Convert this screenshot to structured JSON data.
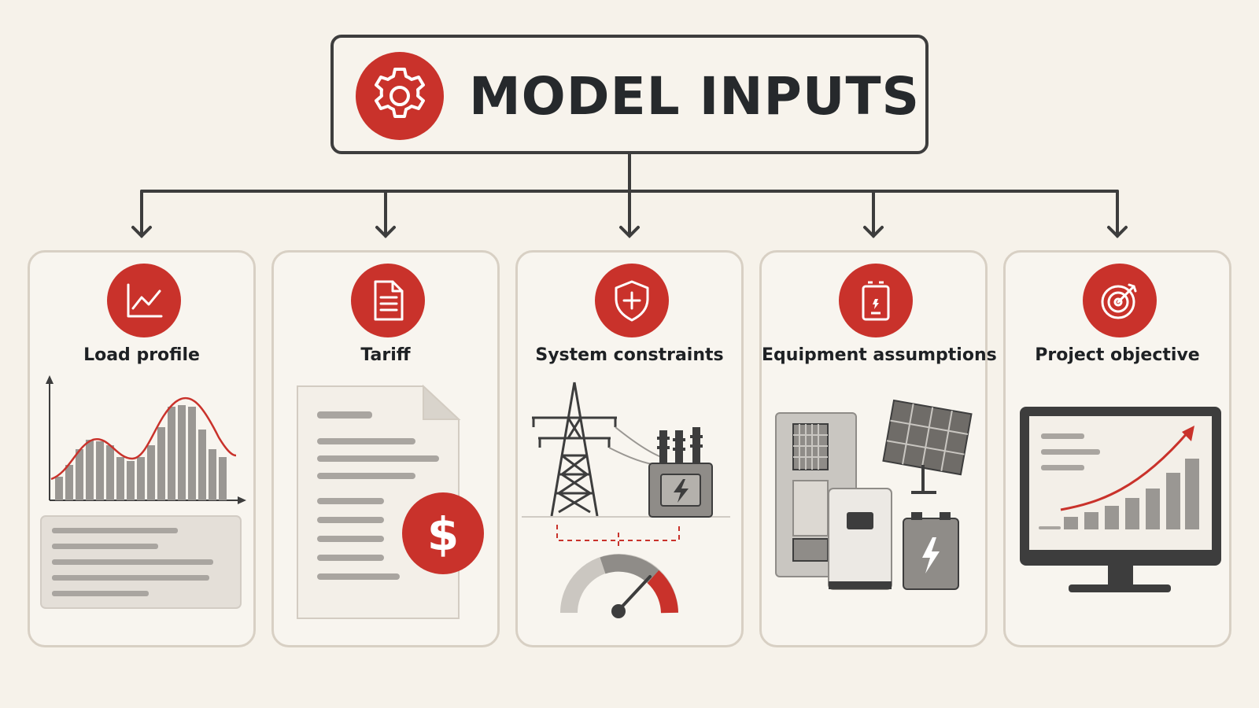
{
  "header": {
    "title": "MODEL INPUTS",
    "icon": "gear-icon"
  },
  "colors": {
    "accent": "#c9322b",
    "ink": "#26292c",
    "line": "#3d3d3d",
    "gray": "#8f8c88",
    "card_border": "#d8d0c4",
    "background": "#f6f2ea"
  },
  "cards": [
    {
      "label": "Load profile",
      "icon": "line-chart-icon",
      "illustration": "bar-chart-with-trend-curve"
    },
    {
      "label": "Tariff",
      "icon": "document-icon",
      "illustration": "document-with-dollar"
    },
    {
      "label": "System constraints",
      "icon": "shield-icon",
      "illustration": "power-tower-transformer-gauge"
    },
    {
      "label": "Equipment assumptions",
      "icon": "battery-icon",
      "illustration": "inverter-cabinet-solar-panel-battery"
    },
    {
      "label": "Project objective",
      "icon": "target-icon",
      "illustration": "monitor-growth-chart"
    }
  ]
}
